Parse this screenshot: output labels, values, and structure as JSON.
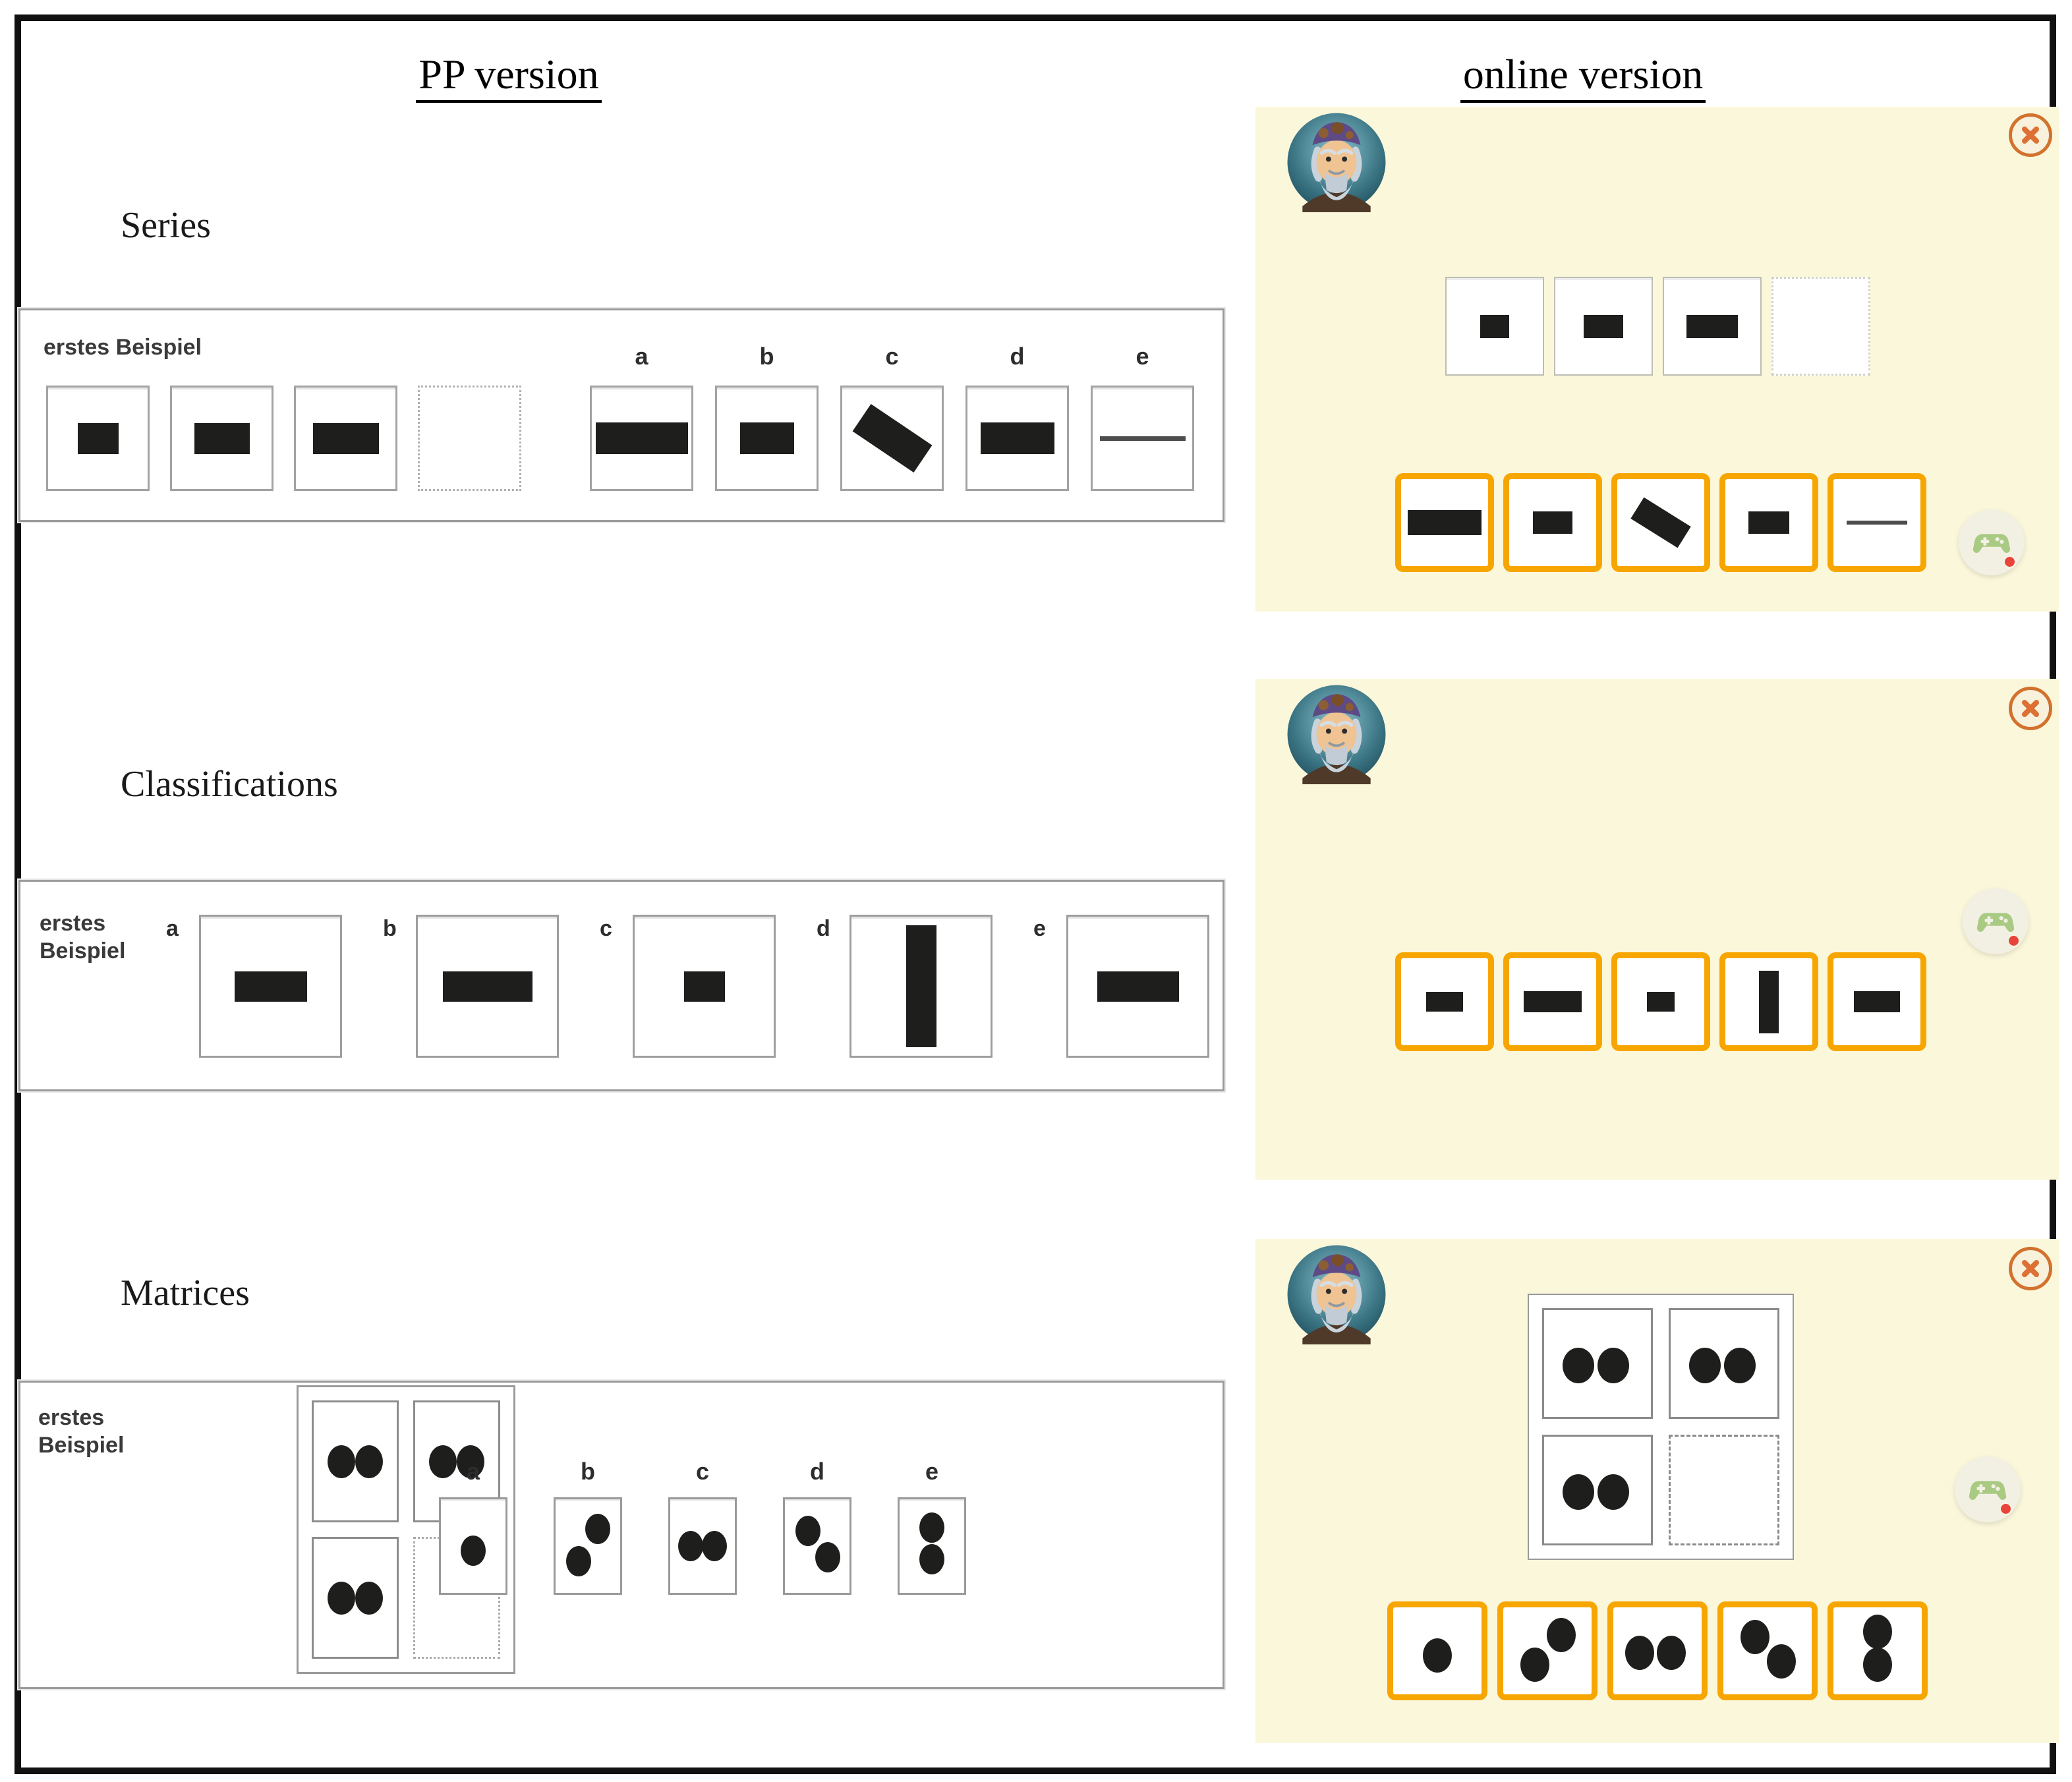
{
  "titles": {
    "pp": "PP version",
    "online": "online version"
  },
  "letters": [
    "a",
    "b",
    "c",
    "d",
    "e"
  ],
  "icons": {
    "avatar": "wizard-avatar",
    "close": "close-x-icon",
    "controller": "gamepad-icon",
    "alert": "red-notification-dot"
  },
  "colors": {
    "panel_bg": "#FBF7DB",
    "option_border": "#F7A600",
    "shape": "#1E1E1C",
    "close_ring": "#D2722E",
    "controller_green": "#A9CA82",
    "alert_red": "#E8443A"
  },
  "sections": {
    "series": {
      "label": "Series",
      "example_label": "erstes Beispiel",
      "pp": {
        "sequence": [
          {
            "shape": "rect",
            "w": 62,
            "h": 47
          },
          {
            "shape": "rect",
            "w": 84,
            "h": 47
          },
          {
            "shape": "rect",
            "w": 100,
            "h": 47
          },
          {
            "shape": "empty"
          }
        ],
        "options": [
          {
            "shape": "rect",
            "w": 140,
            "h": 48
          },
          {
            "shape": "rect",
            "w": 82,
            "h": 48
          },
          {
            "shape": "rect",
            "w": 112,
            "h": 50,
            "rot": 34
          },
          {
            "shape": "rect",
            "w": 112,
            "h": 48
          },
          {
            "shape": "line",
            "w": 130,
            "h": 7
          }
        ]
      },
      "online": {
        "sequence": [
          {
            "shape": "rect",
            "w": 44,
            "h": 35
          },
          {
            "shape": "rect",
            "w": 60,
            "h": 35
          },
          {
            "shape": "rect",
            "w": 78,
            "h": 35
          },
          {
            "shape": "empty"
          }
        ],
        "options": [
          {
            "shape": "rect",
            "w": 112,
            "h": 38
          },
          {
            "shape": "rect",
            "w": 60,
            "h": 34
          },
          {
            "shape": "rect",
            "w": 84,
            "h": 38,
            "rot": 32
          },
          {
            "shape": "rect",
            "w": 62,
            "h": 34
          },
          {
            "shape": "line",
            "w": 92,
            "h": 6
          }
        ]
      }
    },
    "classifications": {
      "label": "Classifications",
      "example_label": "erstes Beispiel",
      "pp": {
        "options": [
          {
            "shape": "rect",
            "w": 110,
            "h": 46
          },
          {
            "shape": "rect",
            "w": 136,
            "h": 46
          },
          {
            "shape": "rect",
            "w": 62,
            "h": 46
          },
          {
            "shape": "rect",
            "w": 46,
            "h": 185
          },
          {
            "shape": "rect",
            "w": 124,
            "h": 46
          }
        ]
      },
      "online": {
        "options": [
          {
            "shape": "rect",
            "w": 56,
            "h": 30
          },
          {
            "shape": "rect",
            "w": 88,
            "h": 32
          },
          {
            "shape": "rect",
            "w": 42,
            "h": 30
          },
          {
            "shape": "rect",
            "w": 30,
            "h": 95
          },
          {
            "shape": "rect",
            "w": 70,
            "h": 32
          }
        ]
      }
    },
    "matrices": {
      "label": "Matrices",
      "example_label": "erstes Beispiel",
      "pp": {
        "matrix": [
          {
            "shape": "dots",
            "pts": [
              [
                0.33,
                0.5
              ],
              [
                0.67,
                0.5
              ]
            ]
          },
          {
            "shape": "dots",
            "pts": [
              [
                0.33,
                0.5
              ],
              [
                0.67,
                0.5
              ]
            ]
          },
          {
            "shape": "dots",
            "pts": [
              [
                0.33,
                0.5
              ],
              [
                0.67,
                0.5
              ]
            ]
          },
          {
            "shape": "empty"
          }
        ],
        "options": [
          {
            "shape": "dots",
            "pts": [
              [
                0.5,
                0.55
              ]
            ]
          },
          {
            "shape": "dots",
            "pts": [
              [
                0.36,
                0.66
              ],
              [
                0.65,
                0.32
              ]
            ]
          },
          {
            "shape": "dots",
            "pts": [
              [
                0.32,
                0.5
              ],
              [
                0.68,
                0.5
              ]
            ]
          },
          {
            "shape": "dots",
            "pts": [
              [
                0.36,
                0.34
              ],
              [
                0.66,
                0.62
              ]
            ]
          },
          {
            "shape": "dots",
            "pts": [
              [
                0.5,
                0.3
              ],
              [
                0.5,
                0.64
              ]
            ]
          }
        ]
      },
      "online": {
        "matrix": [
          {
            "shape": "dots",
            "pts": [
              [
                0.32,
                0.52
              ],
              [
                0.65,
                0.52
              ]
            ]
          },
          {
            "shape": "dots",
            "pts": [
              [
                0.32,
                0.52
              ],
              [
                0.65,
                0.52
              ]
            ]
          },
          {
            "shape": "dots",
            "pts": [
              [
                0.32,
                0.52
              ],
              [
                0.65,
                0.52
              ]
            ]
          },
          {
            "shape": "empty"
          }
        ],
        "options": [
          {
            "shape": "dots",
            "pts": [
              [
                0.5,
                0.55
              ]
            ]
          },
          {
            "shape": "dots",
            "pts": [
              [
                0.36,
                0.66
              ],
              [
                0.66,
                0.32
              ]
            ]
          },
          {
            "shape": "dots",
            "pts": [
              [
                0.3,
                0.52
              ],
              [
                0.66,
                0.52
              ]
            ]
          },
          {
            "shape": "dots",
            "pts": [
              [
                0.36,
                0.34
              ],
              [
                0.66,
                0.62
              ]
            ]
          },
          {
            "shape": "dots",
            "pts": [
              [
                0.5,
                0.28
              ],
              [
                0.5,
                0.66
              ]
            ]
          }
        ]
      }
    }
  }
}
